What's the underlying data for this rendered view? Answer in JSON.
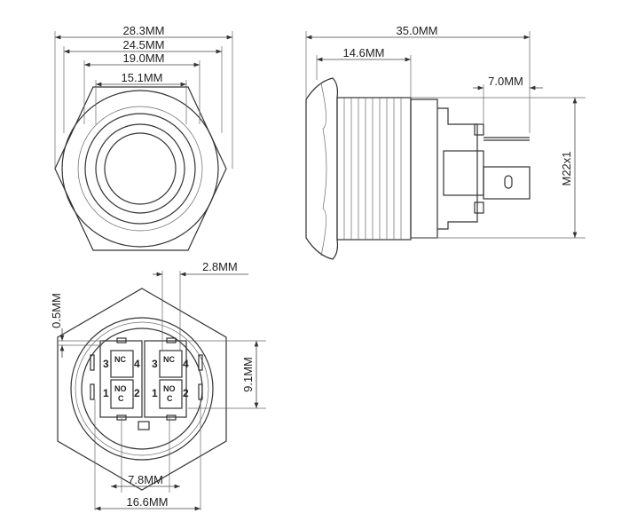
{
  "front_view": {
    "dims": [
      "28.3MM",
      "24.5MM",
      "19.0MM",
      "15.1MM"
    ]
  },
  "side_view": {
    "overall_length": "35.0MM",
    "thread_length": "14.6MM",
    "pin_length": "7.0MM",
    "thread_spec": "M22x1"
  },
  "bottom_view": {
    "dims": {
      "offset": "2.8MM",
      "gap": "0.5MM",
      "height": "9.1MM",
      "inner_width": "7.8MM",
      "outer_width": "16.6MM"
    },
    "terminals": {
      "n3": "3",
      "n4": "4",
      "n1": "1",
      "n2": "2",
      "nc": "NC",
      "no": "NO",
      "c": "C"
    }
  }
}
